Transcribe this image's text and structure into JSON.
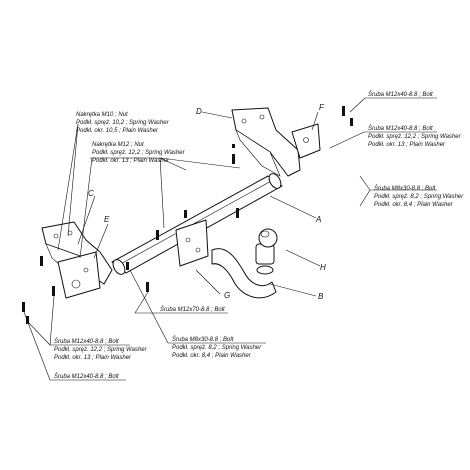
{
  "letters": {
    "A": "A",
    "B": "B",
    "C": "C",
    "D": "D",
    "E": "E",
    "F": "F",
    "G": "G",
    "H": "H"
  },
  "callouts": {
    "top_right_bolt": "Śruba M12x40-8.8  ;  Bolt",
    "right_group": [
      "Śruba M12x40-8.8  ;  Bolt",
      "Podkł. spręż. 12,2 ; Spring Washer",
      "Podkł. okr. 13 ; Plain Washer"
    ],
    "right_group_2": [
      "Śruba M8x30-8.8  ;  Bolt",
      "Podkł. spręż. 8,2 ; Spring Washer",
      "Podkł. okr. 8,4 ; Plain Washer"
    ],
    "left_nut_10": [
      "Nakrętka  M10 ; Nut",
      "Podkł. spręż. 10,2 ; Spring Washer",
      "Podkł. okr. 10,5 ; Plain Washer"
    ],
    "left_nut_12": [
      "Nakrętka  M12 ; Nut",
      "Podkł. spręż. 12,2 ; Spring Washer",
      "Podkł. okr. 13 ; Plain Washer"
    ],
    "center_bolt": "Śruba M12x70-8.8  ;  Bolt",
    "bottom_center_group": [
      "Śruba M8x30-8.8  ;  Bolt",
      "Podkł. spręż. 8,2 ; Spring Washer",
      "Podkł. okr. 8,4 ; Plain Washer"
    ],
    "bottom_left_group": [
      "Śruba M12x40-8.8  ;  Bolt",
      "Podkł. spręż. 12,2 ; Spring Washer",
      "Podkł. okr. 13 ; Plain Washer"
    ],
    "bottom_left_bolt": "Śruba M12x40-8.8  ;  Bolt"
  }
}
